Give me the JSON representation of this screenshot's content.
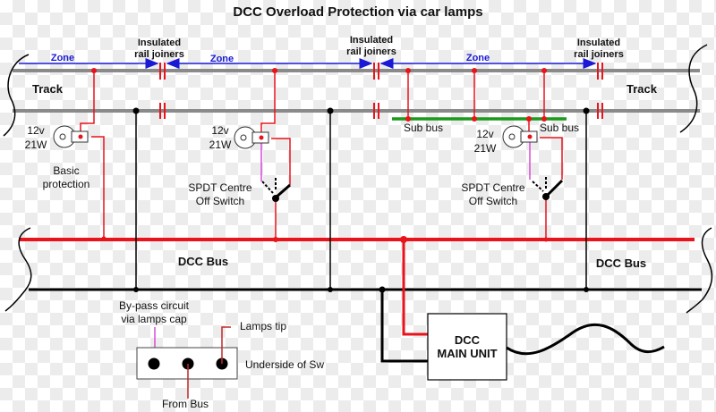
{
  "title": "DCC Overload Protection via car lamps",
  "colors": {
    "rail": "#8a8a8a",
    "red_wire": "#e8131b",
    "black_wire": "#000000",
    "zone_arrow": "#1a1ad6",
    "sub_bus": "#1a9a1a",
    "bypass_wire": "#d94bd9"
  },
  "labels": {
    "insulated_1": [
      "Insulated",
      "rail joiners"
    ],
    "insulated_2": [
      "Insulated",
      "rail joiners"
    ],
    "insulated_3": [
      "Insulated",
      "rail joiners"
    ],
    "zone_1": "Zone",
    "zone_2": "Zone",
    "zone_3": "Zone",
    "track_left": "Track",
    "track_right": "Track",
    "lamp_1": [
      "12v",
      "21W"
    ],
    "lamp_2": [
      "12v",
      "21W"
    ],
    "lamp_3": [
      "12v",
      "21W"
    ],
    "basic_protection": [
      "Basic",
      "protection"
    ],
    "spdt_1": [
      "SPDT Centre",
      "Off Switch"
    ],
    "spdt_2": [
      "SPDT Centre",
      "Off Switch"
    ],
    "sub_bus_1": "Sub bus",
    "sub_bus_2": "Sub bus",
    "dcc_bus_left": "DCC Bus",
    "dcc_bus_right": "DCC Bus",
    "bypass": [
      "By-pass circuit",
      "via lamps cap"
    ],
    "lamps_tip": "Lamps tip",
    "underside": "Underside of Sw",
    "from_bus": "From Bus",
    "main_unit": [
      "DCC",
      "MAIN UNIT"
    ]
  }
}
